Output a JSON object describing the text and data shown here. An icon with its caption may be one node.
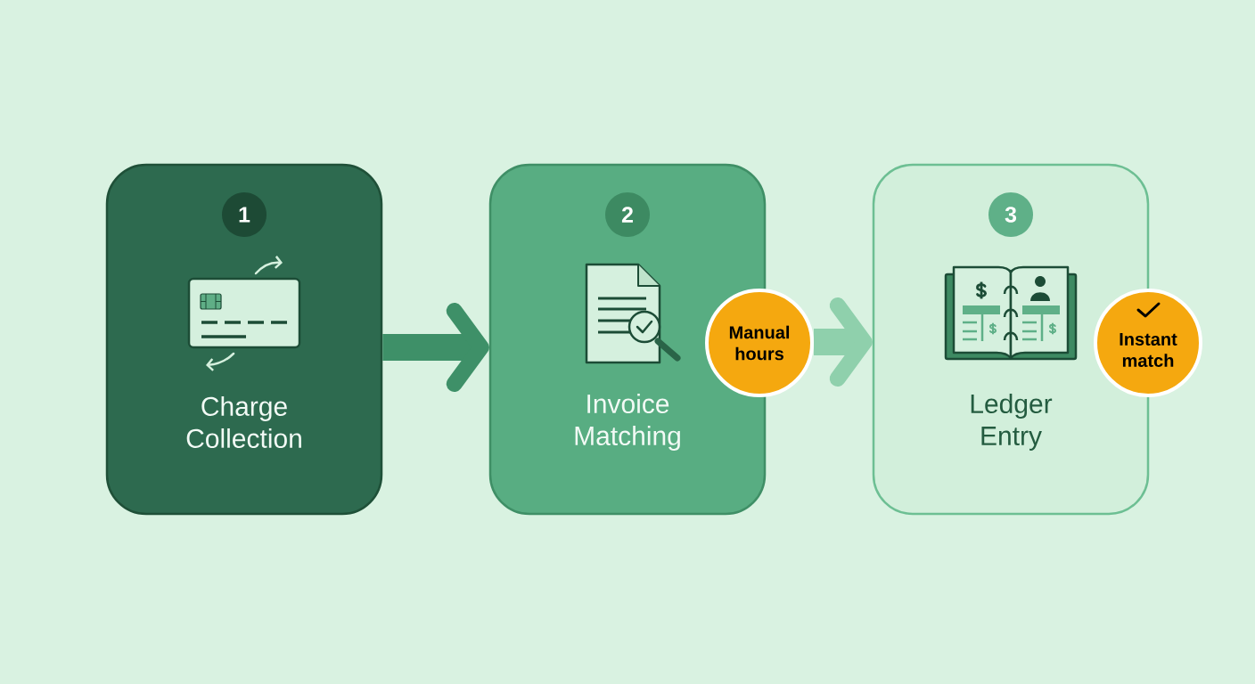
{
  "diagram": {
    "nodes": [
      {
        "text": [
          "Charge Collection"
        ]
      },
      {
        "text": [
          "1"
        ],
        "in": 0
      },
      {
        "text": [
          "Invoice Matching"
        ]
      },
      {
        "text": [
          "2"
        ],
        "in": 2
      },
      {
        "text": [
          "Manual hours"
        ]
      },
      {
        "text": [
          "Ledger Entry"
        ]
      },
      {
        "text": [
          "3"
        ],
        "in": 5
      },
      {
        "text": [
          "Instant match"
        ]
      }
    ],
    "edges": [
      {
        "from": 0,
        "to": 2,
        "arrow": "to",
        "color": "#3e9068"
      },
      {
        "from": 4,
        "to": 5,
        "arrow": "to",
        "color": "#8fd0ac"
      }
    ]
  }
}
